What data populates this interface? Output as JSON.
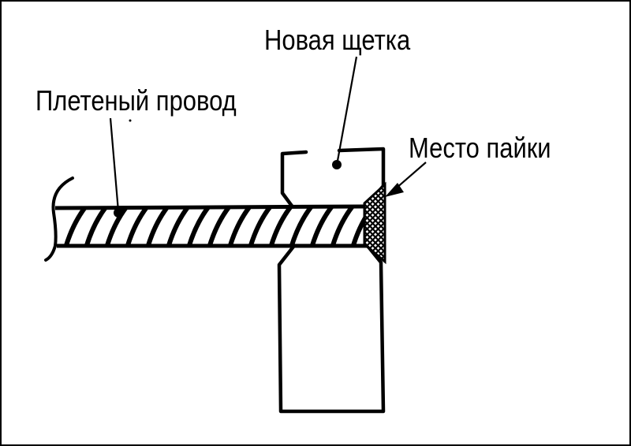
{
  "labels": {
    "new_brush": "Новая щетка",
    "braided_wire": "Плетеный провод",
    "solder_point": "Место пайки"
  },
  "colors": {
    "ink": "#000000",
    "background": "#ffffff"
  }
}
